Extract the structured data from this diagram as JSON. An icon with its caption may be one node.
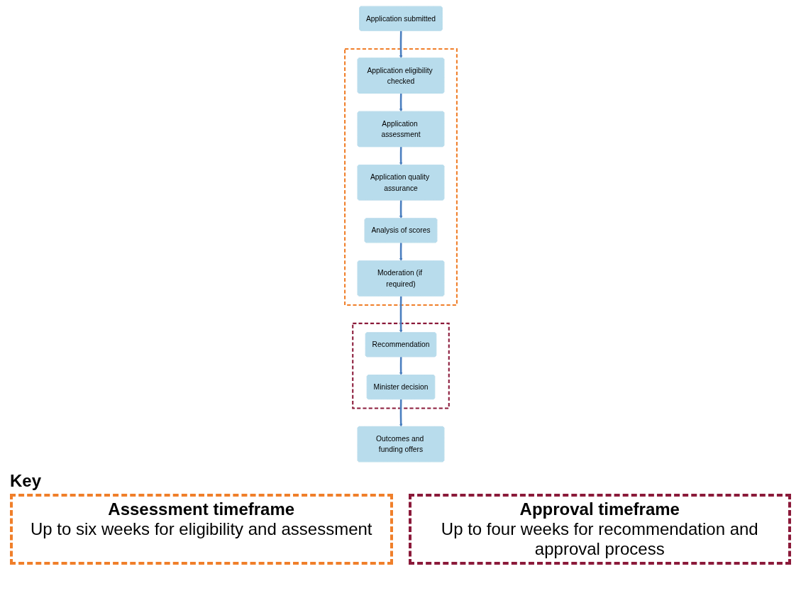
{
  "diagram": {
    "nodes": [
      {
        "text": [],
        "shape": "box"
      },
      {
        "text": [
          "Application submitted"
        ]
      },
      {
        "text": [
          "Application eligibility checked"
        ],
        "in": 0
      },
      {
        "text": [
          "Application assessment"
        ],
        "in": 0
      },
      {
        "text": [
          "Application quality assurance"
        ],
        "in": 0
      },
      {
        "text": [
          "Analysis of scores"
        ],
        "in": 0
      },
      {
        "text": [
          "Moderation (if required)"
        ],
        "in": 0
      },
      {
        "text": [],
        "shape": "box"
      },
      {
        "text": [
          "Recommendation"
        ],
        "in": 7
      },
      {
        "text": [
          "Minister decision"
        ],
        "in": 7
      },
      {
        "text": [
          "Outcomes and funding offers"
        ]
      }
    ],
    "edges": [
      {
        "from": 1,
        "to": 2,
        "arrow": "to"
      },
      {
        "from": 2,
        "to": 3,
        "arrow": "to"
      },
      {
        "from": 3,
        "to": 4,
        "arrow": "to"
      },
      {
        "from": 4,
        "to": 5,
        "arrow": "to"
      },
      {
        "from": 5,
        "to": 6,
        "arrow": "to"
      },
      {
        "from": 6,
        "to": 8,
        "arrow": "to"
      },
      {
        "from": 8,
        "to": 9,
        "arrow": "to"
      },
      {
        "from": 9,
        "to": 10,
        "arrow": "to"
      }
    ],
    "labels": [
      "Key",
      "Up to six weeks for eligibility and assessment",
      "Up to four weeks for recommendation and approval process"
    ],
    "legend": [
      {
        "text": "Assessment timeframe"
      },
      {
        "text": "Approval timeframe"
      }
    ]
  }
}
